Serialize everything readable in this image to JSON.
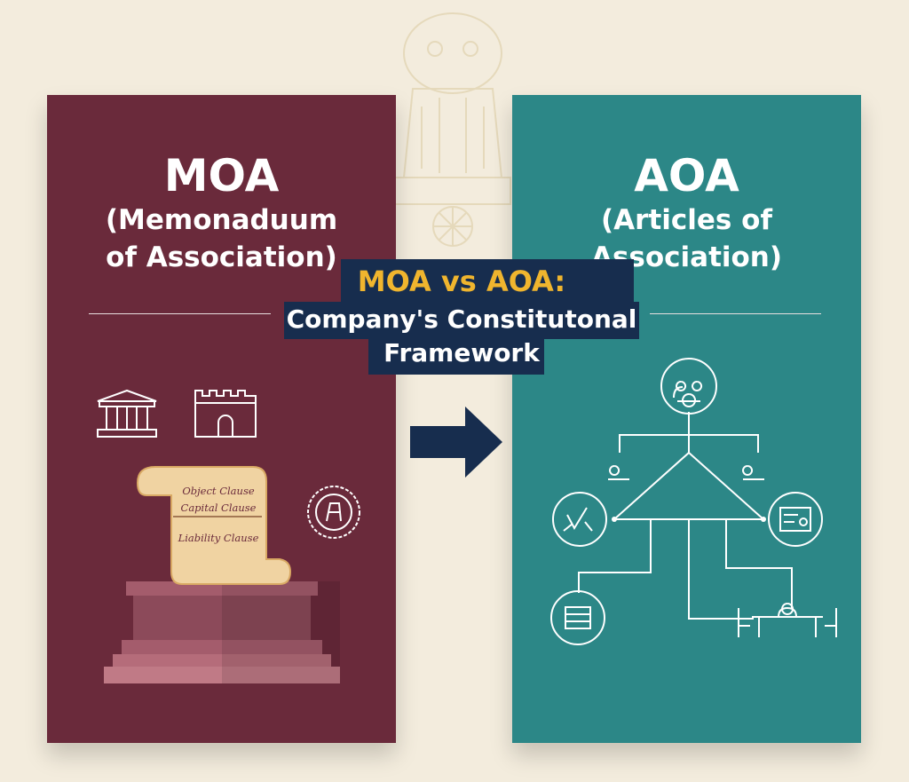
{
  "moa": {
    "title": "MOA",
    "subtitle_line1": "(Memonaduum",
    "subtitle_line2": "of Association)",
    "clauses": [
      "Object Clause",
      "Capital Clause",
      "Liability Clause"
    ]
  },
  "aoa": {
    "title": "AOA",
    "subtitle_line1": "(Articles of",
    "subtitle_line2": "Association)"
  },
  "banner": {
    "line1": "MOA vs AOA:",
    "line2": "Company's Constitutonal",
    "line3": "Framework"
  },
  "colors": {
    "moa": "#6a2a3b",
    "aoa": "#2c8787",
    "banner": "#172d4e",
    "accent": "#f0b52e",
    "background": "#f3ecdd"
  }
}
